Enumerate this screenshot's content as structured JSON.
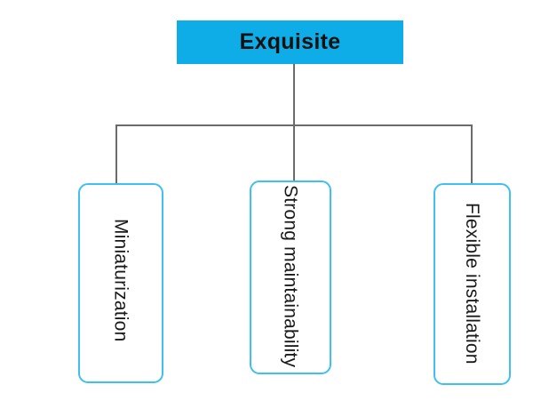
{
  "diagram": {
    "type": "tree",
    "orientation": "top-down",
    "root": {
      "label": "Exquisite",
      "fill_color": "#0FADE8",
      "text_color": "#111111"
    },
    "children": [
      {
        "label": "Miniaturization",
        "text_orientation": "vertical",
        "border_color": "#3FC0F0",
        "fill_color": "#FFFFFF"
      },
      {
        "label": "Strong maintainability",
        "text_orientation": "vertical",
        "border_color": "#3FC0F0",
        "fill_color": "#FFFFFF"
      },
      {
        "label": "Flexible installation",
        "text_orientation": "vertical",
        "border_color": "#3FC0F0",
        "fill_color": "#FFFFFF"
      }
    ],
    "connector_color": "#6B6B6B",
    "background_color": "#FFFFFF"
  }
}
